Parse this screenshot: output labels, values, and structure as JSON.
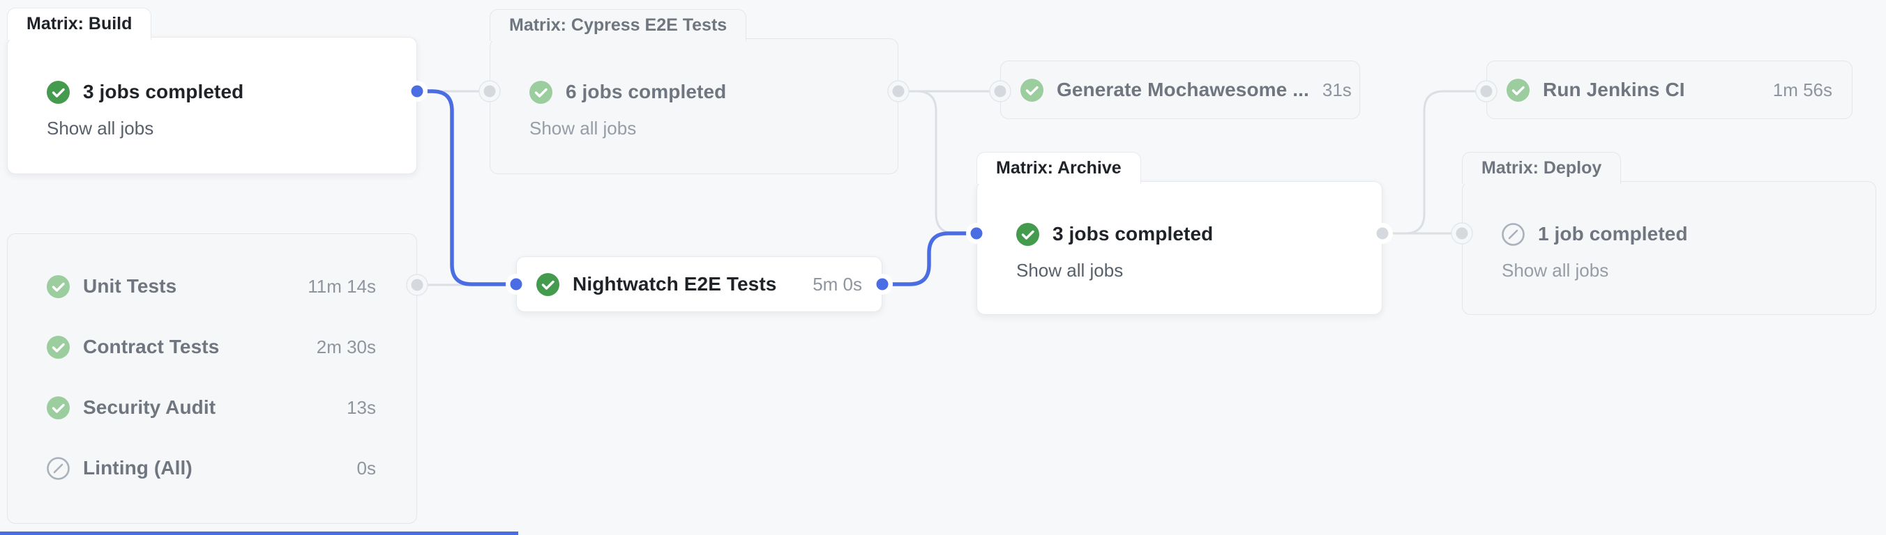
{
  "page": {
    "background": "#f6f8fa"
  },
  "colors": {
    "accent_blue": "#4b6de4",
    "success_green": "#449a4d",
    "success_green_muted": "#9ccd9f",
    "skipped_gray": "#a9b1ba",
    "connector_gray": "#dbdfe4"
  },
  "nodes": {
    "build": {
      "tab": "Matrix: Build",
      "title": "3 jobs completed",
      "link": "Show all jobs",
      "status": "success"
    },
    "cypress": {
      "tab": "Matrix: Cypress E2E Tests",
      "title": "6 jobs completed",
      "link": "Show all jobs",
      "status": "success"
    },
    "generate": {
      "title": "Generate Mochawesome ...",
      "duration": "31s",
      "status": "success"
    },
    "jenkins": {
      "title": "Run Jenkins CI",
      "duration": "1m 56s",
      "status": "success"
    },
    "archive": {
      "tab": "Matrix: Archive",
      "title": "3 jobs completed",
      "link": "Show all jobs",
      "status": "success"
    },
    "deploy": {
      "tab": "Matrix: Deploy",
      "title": "1 job completed",
      "link": "Show all jobs",
      "status": "skipped"
    },
    "nightwatch": {
      "title": "Nightwatch E2E Tests",
      "duration": "5m 0s",
      "status": "success"
    },
    "jobs_list": {
      "rows": [
        {
          "title": "Unit Tests",
          "duration": "11m 14s",
          "status": "success"
        },
        {
          "title": "Contract Tests",
          "duration": "2m 30s",
          "status": "success"
        },
        {
          "title": "Security Audit",
          "duration": "13s",
          "status": "success"
        },
        {
          "title": "Linting (All)",
          "duration": "0s",
          "status": "skipped"
        }
      ]
    }
  }
}
